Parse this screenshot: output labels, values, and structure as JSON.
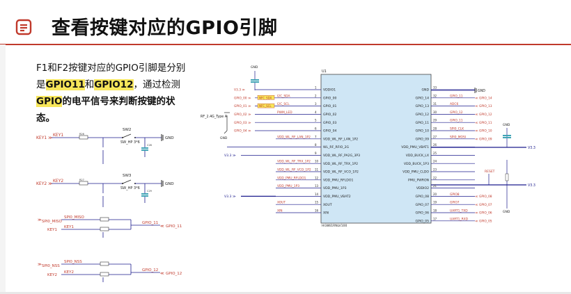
{
  "title": "查看按键对应的GPIO引脚",
  "description": {
    "part1": "F1和F2按键对应的GPIO引脚是分别是",
    "gpio_a": "GPIO11",
    "and": "和",
    "gpio_b": "GPIO12",
    "part2": "，通过检测",
    "gpio_word": "GPIO",
    "part3": "的电平信号来判断按键的状态。"
  },
  "left_schematic": {
    "sw2": {
      "net": "KEY1",
      "label": "SW2",
      "part": "SW_HP 3*6",
      "cap": "C28",
      "gnd": "GND",
      "r_label": "R26"
    },
    "sw3": {
      "net": "KEY2",
      "label": "SW3",
      "part": "SW_HP 3*6",
      "cap": "C29",
      "gnd": "GND",
      "r_label": "R27"
    },
    "mux1": {
      "in1": "SPI0_MISO",
      "in2": "KEY1",
      "out": "GPIO_11",
      "out_port": "GPIO_11"
    },
    "mux2": {
      "in1": "SPI0_NSS",
      "in2": "KEY2",
      "out": "GPIO_12",
      "out_port": "GPIO_12"
    }
  },
  "chip": {
    "ref": "U1",
    "part": "HI3861RNLV100",
    "left_pins": [
      {
        "num": "1",
        "name": "VDDIO1",
        "net": "V3.3"
      },
      {
        "num": "2",
        "name": "GPIO_00",
        "net": "I2C_SDA"
      },
      {
        "num": "3",
        "name": "GPIO_01",
        "net": "I2C_SCL"
      },
      {
        "num": "4",
        "name": "GPIO_02",
        "net": "PWM_LED"
      },
      {
        "num": "5",
        "name": "GPIO_03",
        "net": ""
      },
      {
        "num": "6",
        "name": "GPIO_04",
        "net": ""
      },
      {
        "num": "7",
        "name": "VDD_WL_RF_LAN_1P2",
        "net": "VDD_WL_RF_LAN_1P2"
      },
      {
        "num": "8",
        "name": "WL_RF_RFIO_2G",
        "net": ""
      },
      {
        "num": "9",
        "name": "VDD_WL_RF_PA2G_3P3",
        "net": ""
      },
      {
        "num": "10",
        "name": "VDD_WL_RF_TRX_1P2",
        "net": "VDD_WL_RF_TRX_1P2"
      },
      {
        "num": "11",
        "name": "VDD_WL_RF_VCO_1P2",
        "net": "VDD_WL_RF_VCO_1P2"
      },
      {
        "num": "12",
        "name": "VDD_PMU_RFLDO1",
        "net": "VDD_PMU_RFLDO1"
      },
      {
        "num": "13",
        "name": "VDD_PMU_1P3",
        "net": "VDD_PMU_1P3"
      },
      {
        "num": "14",
        "name": "VDD_PMU_VBAT2",
        "net": "V3.3"
      },
      {
        "num": "15",
        "name": "XOUT",
        "net": "XOUT"
      },
      {
        "num": "16",
        "name": "XIN",
        "net": "XIN"
      }
    ],
    "right_pins": [
      {
        "num": "33",
        "name": "GND",
        "net": "GND"
      },
      {
        "num": "32",
        "name": "GPIO_14",
        "net": "GPIO_14"
      },
      {
        "num": "31",
        "name": "GPIO_13",
        "net": "GPIO_13"
      },
      {
        "num": "30",
        "name": "GPIO_12",
        "net": "GPIO_12"
      },
      {
        "num": "29",
        "name": "GPIO_11",
        "net": "GPIO_11"
      },
      {
        "num": "28",
        "name": "GPIO_10",
        "net": "GPIO_10"
      },
      {
        "num": "27",
        "name": "GPIO_09",
        "net": "GPIO_09"
      },
      {
        "num": "26",
        "name": "VDD_PMU_VBAT1",
        "net": "V3.3"
      },
      {
        "num": "25",
        "name": "VDD_BUCK_LX",
        "net": "VDD_BUCK_LX"
      },
      {
        "num": "24",
        "name": "VDD_BUCK_1P3",
        "net": "VDD_BUCK_1P3"
      },
      {
        "num": "23",
        "name": "VDD_PMU_CLDO",
        "net": "VDD_PMU_CLDO"
      },
      {
        "num": "22",
        "name": "PMU_PWRON",
        "net": "PMU_PWRON"
      },
      {
        "num": "21",
        "name": "VDDIO2",
        "net": "V3.3"
      },
      {
        "num": "20",
        "name": "GPIO_08",
        "net": "GPIO_08"
      },
      {
        "num": "19",
        "name": "GPIO_07",
        "net": "GPIO_07"
      },
      {
        "num": "18",
        "name": "GPIO_06",
        "net": "GPIO_06"
      },
      {
        "num": "17",
        "name": "GPIO_05",
        "net": "GPIO_05"
      }
    ],
    "left_ports": [
      {
        "label": "V3.3"
      },
      {
        "label": "GPIO_00",
        "tag": "NFC_SDA"
      },
      {
        "label": "GPIO_01",
        "tag": "NFC_SCL"
      },
      {
        "label": "GPIO_02"
      },
      {
        "label": "GPIO_03"
      },
      {
        "label": "GPIO_04"
      }
    ],
    "right_port_labels": [
      "GPIO_14",
      "GPIO_13",
      "GPIO_12",
      "GPIO_11",
      "GPIO_10",
      "GPIO_09"
    ],
    "right_net_labels": [
      "GPIO_11",
      "ADC6",
      "GPIO_12",
      "GPIO_11",
      "SPI0_CLK",
      "SPI0_MOSI"
    ],
    "lower_right_port_labels": [
      "GPIO_08",
      "GPIO_07",
      "GPIO_06",
      "GPIO_05"
    ],
    "lower_right_net_labels": [
      "GPIO8",
      "GPIO7",
      "UART1_TXD",
      "UART1_RXD"
    ],
    "antenna": "RF_2.4G_Type A",
    "reset": "RESET",
    "gnd": "GND",
    "vdd": "V3.3"
  }
}
